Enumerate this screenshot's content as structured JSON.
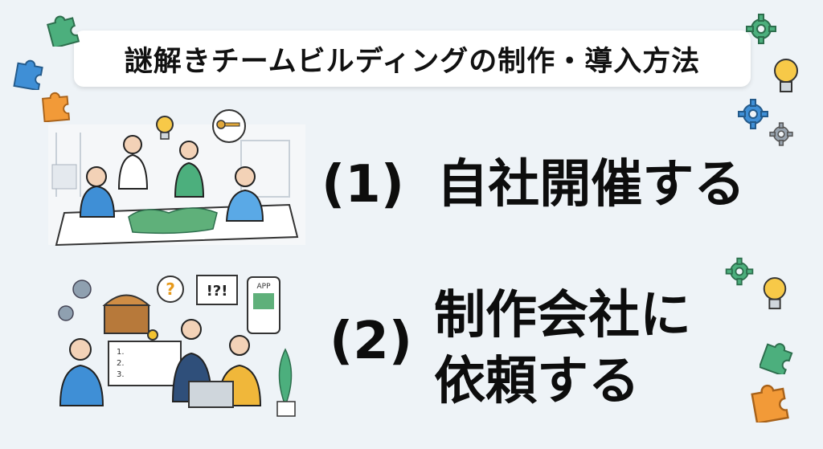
{
  "title": "謎解きチームビルディングの制作・導入方法",
  "option1": {
    "number": "(1)",
    "text": "自社開催する"
  },
  "option2": {
    "number": "(2)",
    "line1": "制作会社に",
    "line2": "依頼する"
  },
  "illustration2": {
    "signboard_text": "!?!",
    "app_label": "APP",
    "list_items": [
      "1.",
      "2.",
      "3."
    ]
  },
  "colors": {
    "background": "#eef3f7",
    "puzzle_green": "#4caf7d",
    "puzzle_blue": "#3f8fd6",
    "puzzle_orange": "#f29a38",
    "bulb_yellow": "#f7c948"
  },
  "icons": [
    "puzzle-piece-icon",
    "gear-icon",
    "lightbulb-icon",
    "key-icon",
    "question-bubble-icon",
    "treasure-chest-icon",
    "app-phone-icon",
    "laptop-icon",
    "plant-icon"
  ]
}
